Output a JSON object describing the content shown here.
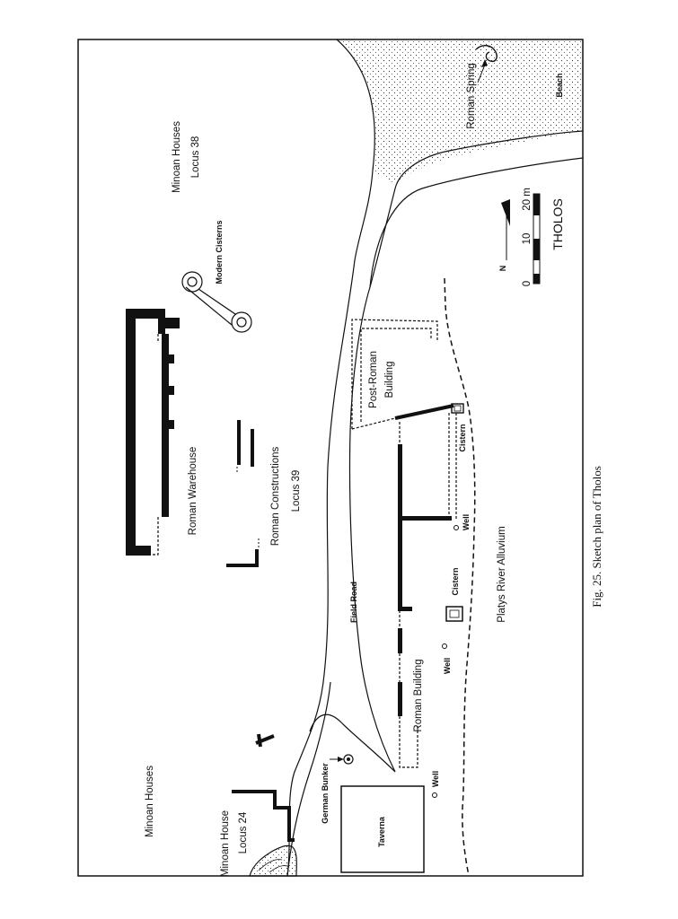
{
  "labels": {
    "minoan_houses_locus38_a": "Minoan Houses",
    "minoan_houses_locus38_b": "Locus 38",
    "modern_cisterns": "Modern Cisterns",
    "roman_warehouse": "Roman Warehouse",
    "roman_constructions_a": "Roman Constructions",
    "roman_constructions_b": "Locus 39",
    "field_road": "Field Road",
    "post_roman_a": "Post-Roman",
    "post_roman_b": "Building",
    "cistern_1": "Cistern",
    "cistern_2": "Cistern",
    "well_1": "Well",
    "well_2": "Well",
    "well_3": "Well",
    "roman_building": "Roman Building",
    "platys": "Platys River Alluvium",
    "german_bunker": "German Bunker",
    "minoan_houses": "Minoan Houses",
    "minoan_house_a": "Minoan House",
    "minoan_house_b": "Locus 24",
    "taverna": "Taverna",
    "roman_spring": "Roman Spring",
    "beach": "Beach",
    "north": "N",
    "tholos": "THOLOS",
    "scale_0": "0",
    "scale_10": "10",
    "scale_20": "20 m"
  },
  "caption": "Fig. 25. Sketch plan of Tholos"
}
